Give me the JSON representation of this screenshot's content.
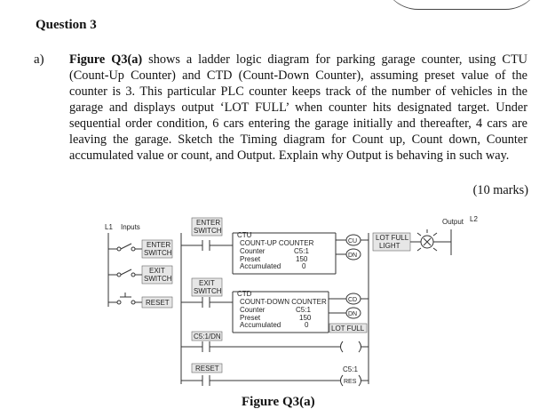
{
  "question": {
    "title": "Question 3",
    "part": "a)",
    "figure_ref": "Figure Q3(a)",
    "body": "shows a ladder logic diagram for parking garage counter, using CTU (Count-Up Counter) and CTD (Count-Down Counter), assuming preset value of the counter is 3. This particular PLC counter keeps track of the number of vehicles in the garage and displays output ‘LOT FULL’ when counter hits designated target. Under sequential order condition, 6 cars entering the garage initially and thereafter, 4 cars are leaving the garage. Sketch the Timing diagram for Count up, Count down, Counter accumulated value or count, and Output. Explain why Output is behaving in such way.",
    "marks": "(10 marks)"
  },
  "figure": {
    "caption": "Figure Q3(a)",
    "rail_left": "L1",
    "inputs_header": "Inputs",
    "output_header": "Output",
    "rail_right": "L2",
    "inputs": [
      {
        "line1": "ENTER",
        "line2": "SWITCH"
      },
      {
        "line1": "EXIT",
        "line2": "SWITCH"
      },
      {
        "line1": "RESET",
        "line2": ""
      }
    ],
    "contacts": {
      "enter": {
        "line1": "ENTER",
        "line2": "SWITCH"
      },
      "exit": {
        "line1": "EXIT",
        "line2": "SWITCH"
      },
      "done": "C5:1/DN",
      "reset": "RESET"
    },
    "ctu": {
      "tag": "CTU",
      "name": "COUNT-UP COUNTER",
      "counter_label": "Counter",
      "counter_value": "C5:1",
      "preset_label": "Preset",
      "preset_value": "150",
      "accum_label": "Accumulated",
      "accum_value": "0",
      "coil_top": "CU",
      "coil_bottom": "DN"
    },
    "ctd": {
      "tag": "CTD",
      "name": "COUNT-DOWN COUNTER",
      "counter_label": "Counter",
      "counter_value": "C5:1",
      "preset_label": "Preset",
      "preset_value": "150",
      "accum_label": "Accumulated",
      "accum_value": "0",
      "coil_top": "CD",
      "coil_bottom": "DN"
    },
    "lot_full_coil": "LOT FULL",
    "lot_full_light": {
      "line1": "LOT FULL",
      "line2": "LIGHT"
    },
    "reset_coil": {
      "line1": "C5:1",
      "line2": "RES"
    }
  }
}
